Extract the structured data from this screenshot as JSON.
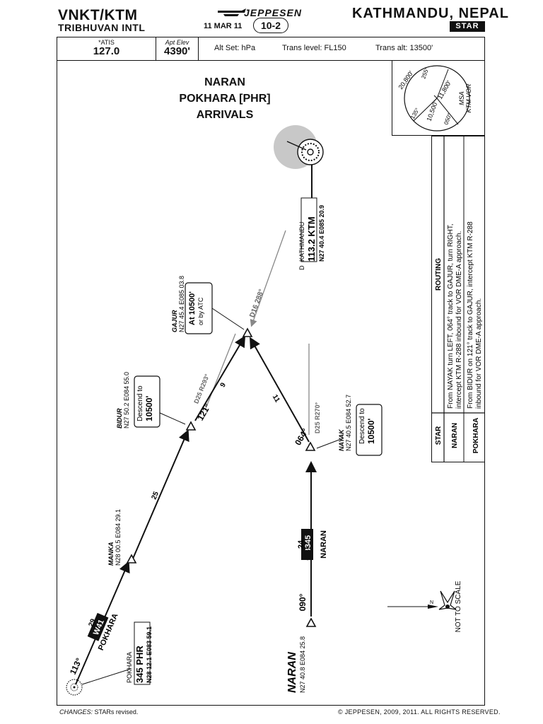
{
  "header": {
    "icao_iata": "VNKT/KTM",
    "airport_name": "TRIBHUVAN INTL",
    "revision_date": "11 MAR 11",
    "chart_number": "10-2",
    "publisher": "JEPPESEN",
    "city": "KATHMANDU, NEPAL",
    "chart_type": "STAR"
  },
  "info_bar": {
    "atis_label": "*ATIS",
    "atis_freq": "127.0",
    "elev_label": "Apt Elev",
    "elev_value": "4390'",
    "alt_set": "Alt Set: hPa",
    "trans_level": "Trans level: FL150",
    "trans_alt": "Trans alt: 13500'"
  },
  "title": {
    "line1": "NARAN",
    "line2": "POKHARA [PHR]",
    "line3": "ARRIVALS"
  },
  "msa": {
    "label1": "MSA",
    "label2": "KTM VOR",
    "sector1_alt": "20,800'",
    "sector2_alt": "11,800'",
    "sector3_alt": "10,500'",
    "bearing1": "255°",
    "bearing2": "135°",
    "bearing3": "050°"
  },
  "routing_table": {
    "col_star": "STAR",
    "col_routing": "ROUTING",
    "rows": [
      {
        "star": "NARAN",
        "routing_l1": "From NAYAK turn LEFT, 064° track to GAJUR, turn RIGHT,",
        "routing_l2": "intercept KTM R-288 inbound for VOR DME-A approach."
      },
      {
        "star": "POKHARA",
        "routing_l1": "From BIDUR on 121° track to GAJUR, intercept KTM R-288",
        "routing_l2": "inbound for VOR DME-A approach."
      }
    ]
  },
  "navaids": {
    "kathmandu": {
      "name": "KATHMANDU",
      "freq": "113.2 KTM",
      "coords": "N27 40.4 E085 20.9",
      "prefix": "D"
    },
    "pokhara": {
      "name": "POKHARA",
      "freq": "345 PHR",
      "coords": "N28 12.1 E083 59.1"
    }
  },
  "waypoints": {
    "gajur": {
      "name": "GAJUR",
      "coords": "N27 45.4 E085 03.8",
      "alt_l1": "At 10500'",
      "alt_l2": "or by ATC"
    },
    "bidur": {
      "name": "BIDUR",
      "coords": "N27 50.2 E084 55.0",
      "alt_l1": "Descend to",
      "alt_l2": "10500'"
    },
    "nayak": {
      "name": "NAYAK",
      "coords": "N27 40.5 E084 52.7",
      "alt_l1": "Descend to",
      "alt_l2": "10500'"
    },
    "manka": {
      "name": "MANKA",
      "coords": "N28 00.5 E084 29.1"
    },
    "naran": {
      "name": "NARAN",
      "coords": "N27 40.8 E084 25.8"
    }
  },
  "legs": {
    "d16_r288": "D16  288°",
    "d25_r293": "D25  R293°",
    "d25_r270": "D25  R270°",
    "track_121": "121°",
    "track_064": "064°",
    "track_090": "090°",
    "track_113": "113°",
    "dist_9": "9",
    "dist_11": "11",
    "dist_25": "25",
    "dist_24": "24",
    "dist_29": "29",
    "airway_b345": "B345",
    "airway_w41": "W41",
    "route_naran": "NARAN",
    "route_pokhara": "POKHARA"
  },
  "misc": {
    "not_to_scale": "NOT TO SCALE",
    "north_label": "N"
  },
  "footer": {
    "changes_label": "CHANGES:",
    "changes_text": "STARs revised.",
    "copyright": "© JEPPESEN, 2009, 2011. ALL RIGHTS RESERVED."
  }
}
